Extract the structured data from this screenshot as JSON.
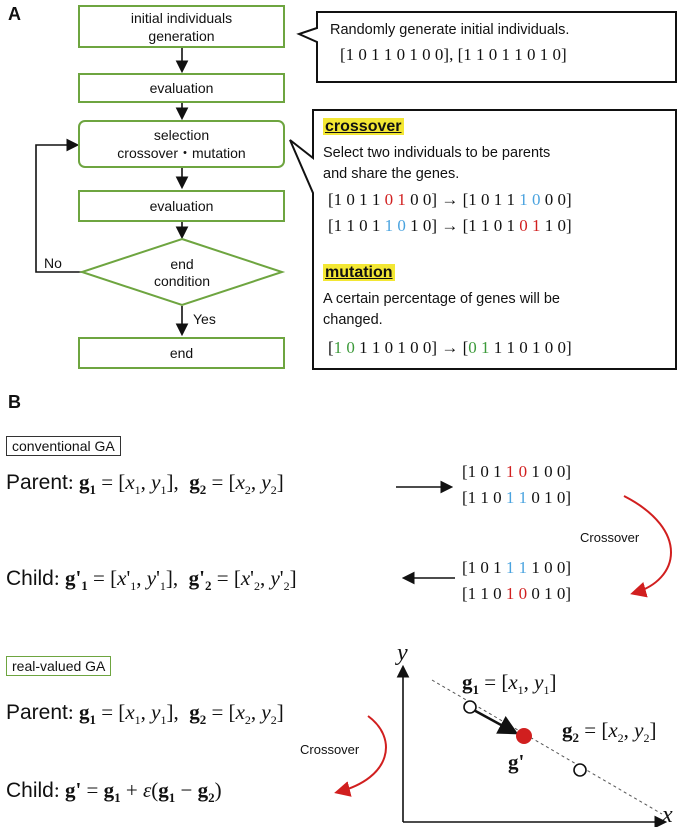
{
  "panel_a_label": "A",
  "panel_b_label": "B",
  "flowchart": {
    "init": "initial individuals generation",
    "eval1": "evaluation",
    "select": "selection\ncrossover・mutation",
    "eval2": "evaluation",
    "end_cond": "end\ncondition",
    "end": "end",
    "no": "No",
    "yes": "Yes"
  },
  "callout_init": {
    "text": "Randomly generate initial individuals.",
    "genes": "[1 0 1 1 0 1 0 0], [1 1 0 1 1 0 1 0]"
  },
  "callout_ops": {
    "crossover_title": "crossover",
    "crossover_desc_1": "Select two individuals to be parents",
    "crossover_desc_2": "and share the genes.",
    "mutation_title": "mutation",
    "mutation_desc_1": "A certain percentage of genes will be",
    "mutation_desc_2": "changed."
  },
  "conventional": {
    "tag": "conventional GA",
    "parent_label": "Parent",
    "child_label": "Child",
    "crossover_label": "Crossover"
  },
  "real_valued": {
    "tag": "real-valued GA",
    "parent_label": "Parent",
    "child_label": "Child",
    "crossover_label": "Crossover",
    "x_axis": "x",
    "y_axis": "y"
  },
  "colors": {
    "flow_green": "#6ea540",
    "red": "#d11f1f",
    "blue": "#4aa3df",
    "green": "#3c9a3a",
    "highlight": "#f3e733"
  }
}
